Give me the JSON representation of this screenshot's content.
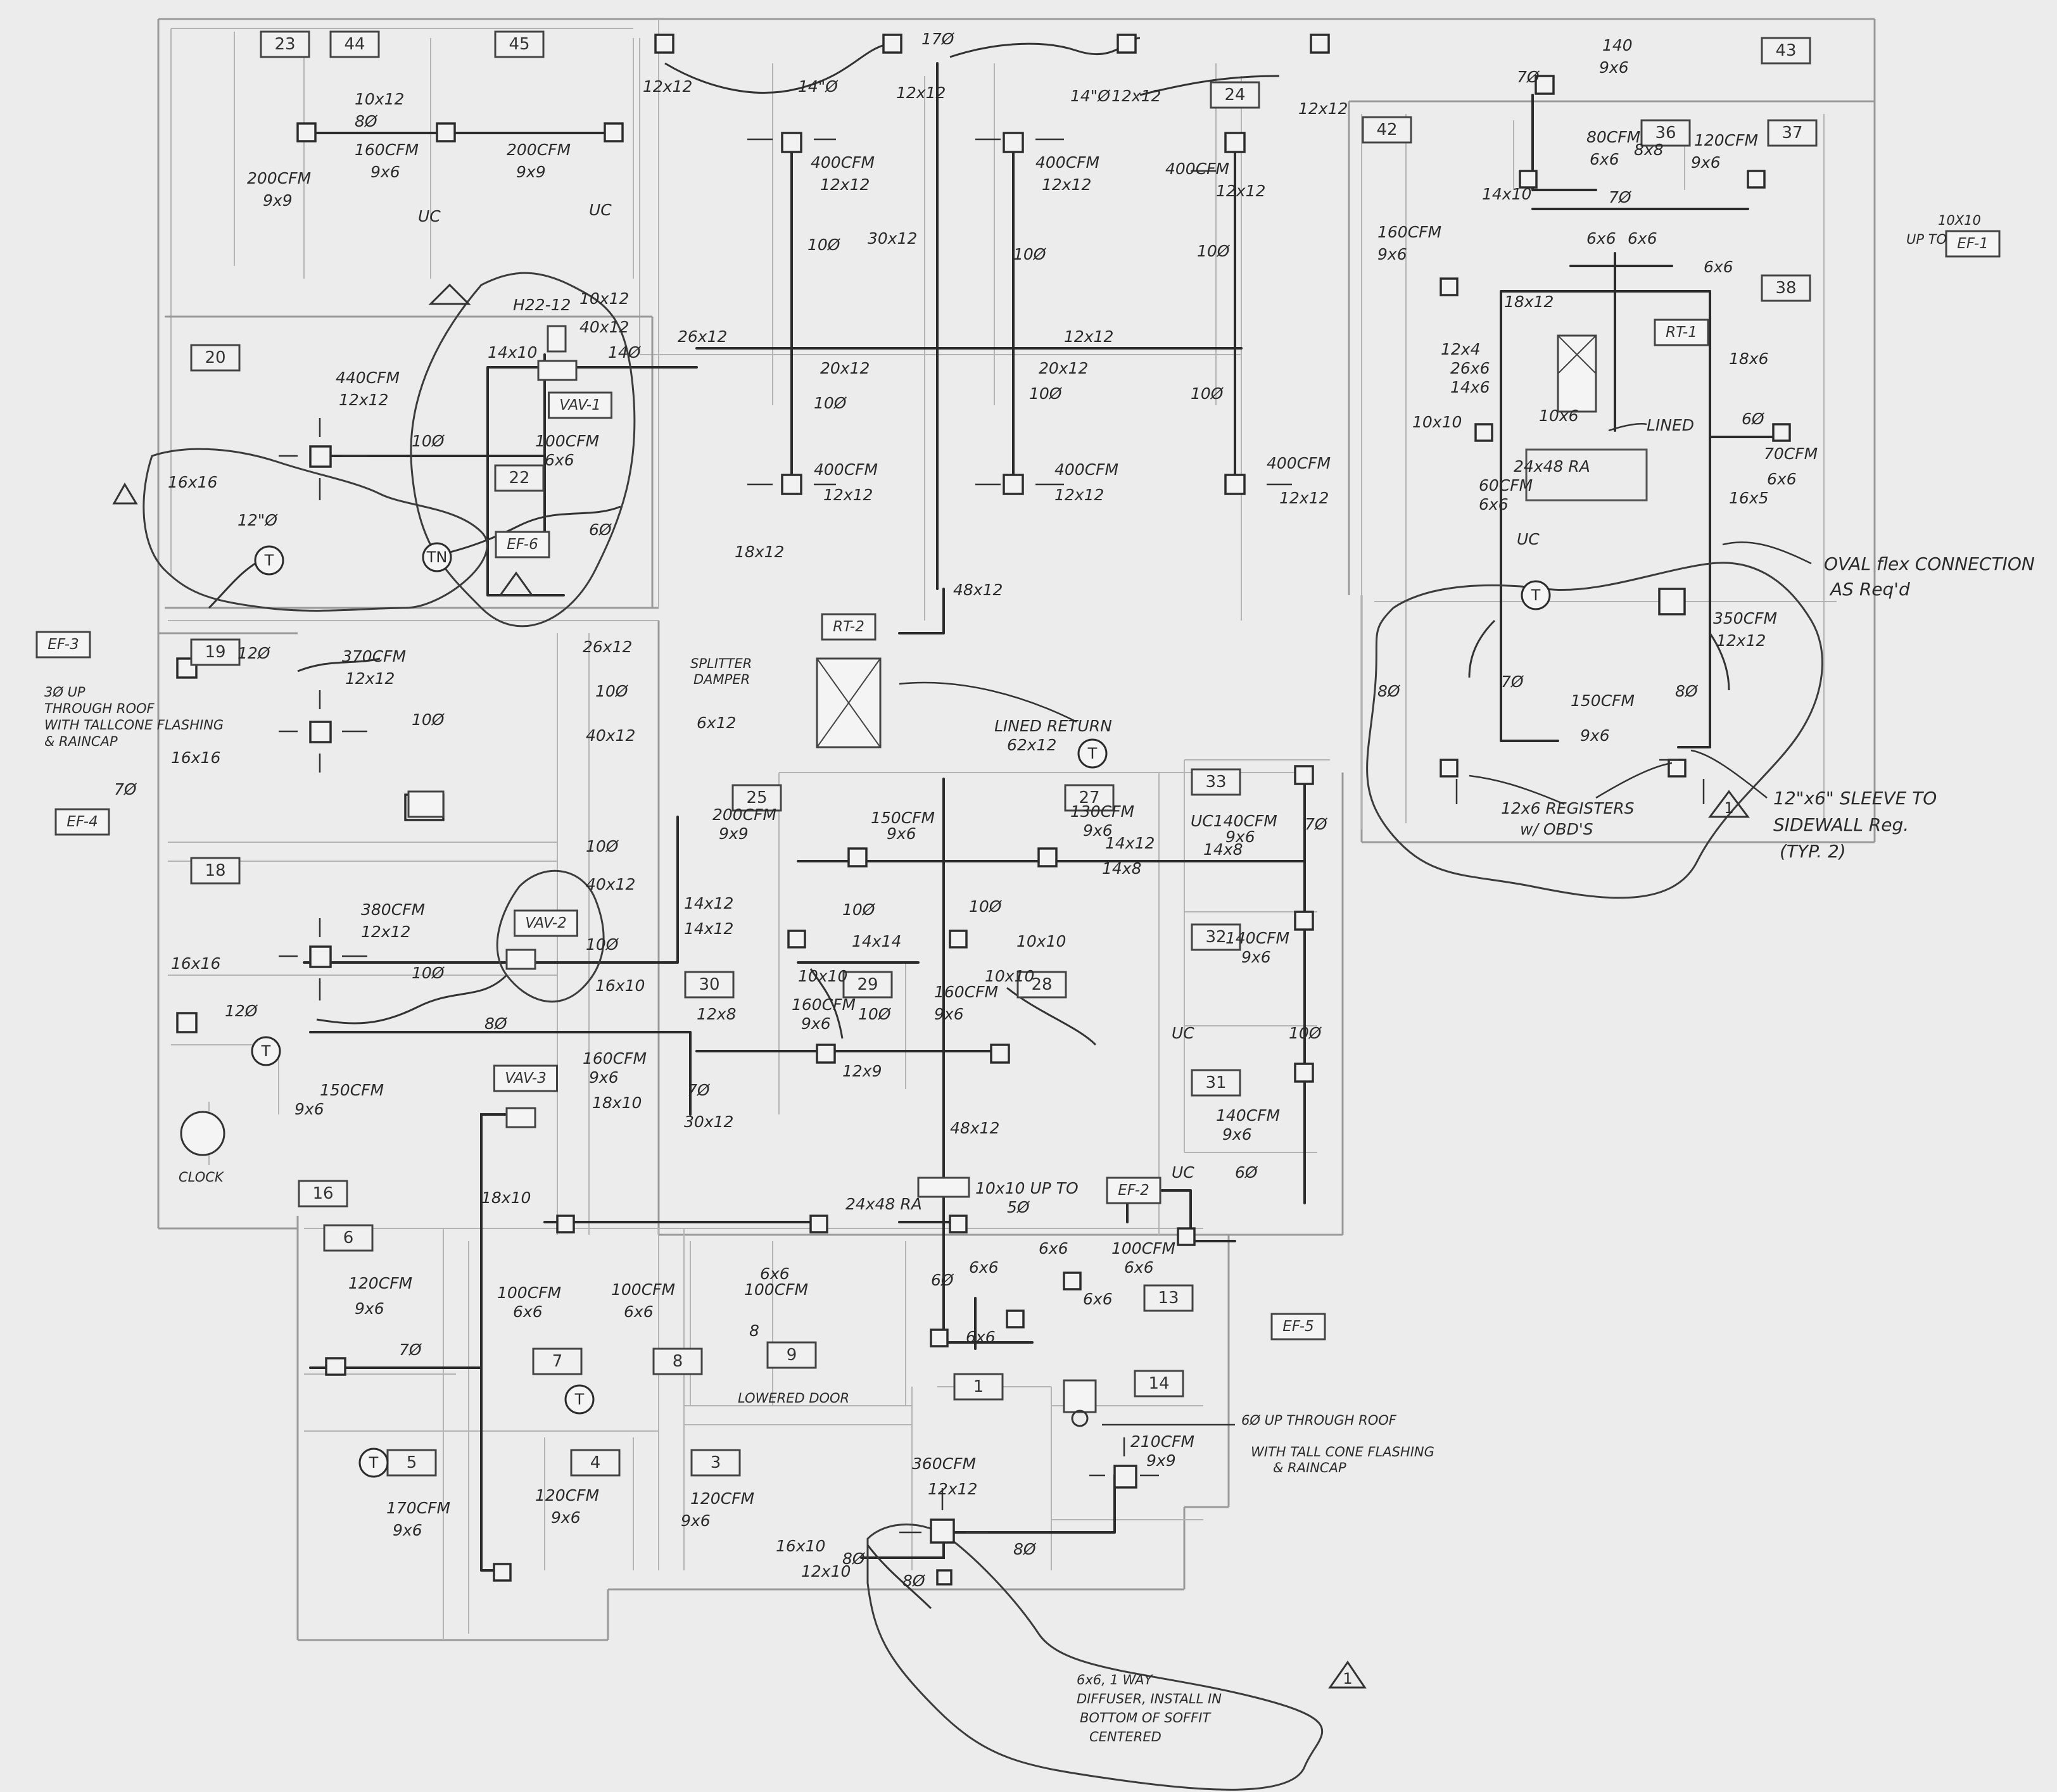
{
  "rooms": [
    "23",
    "44",
    "45",
    "24",
    "43",
    "42",
    "36",
    "37",
    "38",
    "20",
    "22",
    "19",
    "18",
    "25",
    "27",
    "33",
    "32",
    "31",
    "30",
    "29",
    "28",
    "16",
    "6",
    "7",
    "8",
    "9",
    "13",
    "14",
    "1",
    "5",
    "4",
    "3"
  ],
  "equipment": [
    "RT-2",
    "RT-1",
    "VAV-1",
    "VAV-2",
    "VAV-3",
    "EF-6",
    "EF-5",
    "EF-4",
    "EF-3",
    "EF-2",
    "EF-1"
  ],
  "thermostats": [
    "T",
    "T",
    "T",
    "T",
    "T",
    "T",
    "TN"
  ],
  "callouts": {
    "ef3_note": [
      "3Ø UP",
      "THROUGH ROOF",
      "WITH TALLCONE FLASHING",
      "& RAINCAP"
    ],
    "ef5_note": [
      "6Ø UP THROUGH ROOF",
      "WITH TALL CONE FLASHING",
      "& RAINCAP"
    ],
    "oval_flex": [
      "OVAL flex CONNECTION",
      "AS Req'd"
    ],
    "sleeve": [
      "12\"x6\" SLEEVE TO",
      "SIDEWALL Reg.",
      "(TYP. 2)"
    ],
    "registers": [
      "12x6 REGISTERS",
      "w/ OBD'S"
    ],
    "diffuser": [
      "6x6, 1 WAY",
      "DIFFUSER, INSTALL IN",
      "BOTTOM OF SOFFIT",
      "CENTERED"
    ],
    "ef1_note": [
      "10X10",
      "UP TO"
    ],
    "ef2_note": "10x10 UP TO",
    "lined_return": [
      "LINED RETURN",
      "62x12"
    ],
    "lined": "LINED",
    "splitter": [
      "SPLITTER",
      "DAMPER"
    ],
    "lowered_door": "LOWERED DOOR",
    "clock": "CLOCK",
    "rev_mark": "1"
  },
  "annotations": [
    {
      "id": "a01",
      "t": "200CFM"
    },
    {
      "id": "a02",
      "t": "9x9"
    },
    {
      "id": "a03",
      "t": "10x12"
    },
    {
      "id": "a04",
      "t": "8Ø"
    },
    {
      "id": "a05",
      "t": "160CFM"
    },
    {
      "id": "a06",
      "t": "9x6"
    },
    {
      "id": "a07",
      "t": "200CFM"
    },
    {
      "id": "a08",
      "t": "9x9"
    },
    {
      "id": "a09",
      "t": "UC"
    },
    {
      "id": "a10",
      "t": "UC"
    },
    {
      "id": "a11",
      "t": "12x12"
    },
    {
      "id": "a12",
      "t": "14\"Ø"
    },
    {
      "id": "a13",
      "t": "17Ø"
    },
    {
      "id": "a14",
      "t": "12x12"
    },
    {
      "id": "a15",
      "t": "14\"Ø"
    },
    {
      "id": "a16",
      "t": "12x12"
    },
    {
      "id": "a17",
      "t": "12x12"
    },
    {
      "id": "a18",
      "t": "400CFM"
    },
    {
      "id": "a19",
      "t": "12x12"
    },
    {
      "id": "a20",
      "t": "400CFM"
    },
    {
      "id": "a21",
      "t": "12x12"
    },
    {
      "id": "a22",
      "t": "400CFM"
    },
    {
      "id": "a23",
      "t": "12x12"
    },
    {
      "id": "a24",
      "t": "10Ø"
    },
    {
      "id": "a25",
      "t": "30x12"
    },
    {
      "id": "a26",
      "t": "10Ø"
    },
    {
      "id": "a27",
      "t": "10Ø"
    },
    {
      "id": "a28",
      "t": "26x12"
    },
    {
      "id": "a29",
      "t": "20x12"
    },
    {
      "id": "a30",
      "t": "12x12"
    },
    {
      "id": "a31",
      "t": "20x12"
    },
    {
      "id": "a32",
      "t": "10Ø"
    },
    {
      "id": "a33",
      "t": "10Ø"
    },
    {
      "id": "a34",
      "t": "10Ø"
    },
    {
      "id": "a35",
      "t": "400CFM"
    },
    {
      "id": "a36",
      "t": "12x12"
    },
    {
      "id": "a37",
      "t": "400CFM"
    },
    {
      "id": "a38",
      "t": "12x12"
    },
    {
      "id": "a39",
      "t": "400CFM"
    },
    {
      "id": "a40",
      "t": "12x12"
    },
    {
      "id": "a41",
      "t": "18x12"
    },
    {
      "id": "a42",
      "t": "48x12"
    },
    {
      "id": "a43",
      "t": "440CFM"
    },
    {
      "id": "a44",
      "t": "12x12"
    },
    {
      "id": "a45",
      "t": "H22-12"
    },
    {
      "id": "a46",
      "t": "40x12"
    },
    {
      "id": "a47",
      "t": "14x10"
    },
    {
      "id": "a48",
      "t": "14Ø"
    },
    {
      "id": "a49",
      "t": "10x12"
    },
    {
      "id": "a50",
      "t": "10Ø"
    },
    {
      "id": "a51",
      "t": "100CFM"
    },
    {
      "id": "a52",
      "t": "6x6"
    },
    {
      "id": "a53",
      "t": "6Ø"
    },
    {
      "id": "a54",
      "t": "16x16"
    },
    {
      "id": "a55",
      "t": "12\"Ø"
    },
    {
      "id": "a56",
      "t": "140"
    },
    {
      "id": "a57",
      "t": "9x6"
    },
    {
      "id": "a58",
      "t": "7Ø"
    },
    {
      "id": "a59",
      "t": "80CFM"
    },
    {
      "id": "a60",
      "t": "6x6"
    },
    {
      "id": "a61",
      "t": "8x8"
    },
    {
      "id": "a62",
      "t": "120CFM"
    },
    {
      "id": "a63",
      "t": "9x6"
    },
    {
      "id": "a64",
      "t": "14x10"
    },
    {
      "id": "a65",
      "t": "7Ø"
    },
    {
      "id": "a66",
      "t": "160CFM"
    },
    {
      "id": "a67",
      "t": "9x6"
    },
    {
      "id": "a68",
      "t": "6x6"
    },
    {
      "id": "a69",
      "t": "6x6"
    },
    {
      "id": "a70",
      "t": "6x6"
    },
    {
      "id": "a71",
      "t": "18x12"
    },
    {
      "id": "a72",
      "t": "12x4"
    },
    {
      "id": "a73",
      "t": "26x6"
    },
    {
      "id": "a74",
      "t": "14x6"
    },
    {
      "id": "a75",
      "t": "18x6"
    },
    {
      "id": "a76",
      "t": "10x10"
    },
    {
      "id": "a77",
      "t": "10x6"
    },
    {
      "id": "a78",
      "t": "6Ø"
    },
    {
      "id": "a79",
      "t": "70CFM"
    },
    {
      "id": "a80",
      "t": "6x6"
    },
    {
      "id": "a81",
      "t": "60CFM"
    },
    {
      "id": "a82",
      "t": "6x6"
    },
    {
      "id": "a83",
      "t": "24x48 RA"
    },
    {
      "id": "a84",
      "t": "16x5"
    },
    {
      "id": "a85",
      "t": "UC"
    },
    {
      "id": "a86",
      "t": "350CFM"
    },
    {
      "id": "a87",
      "t": "12x12"
    },
    {
      "id": "a88",
      "t": "8Ø"
    },
    {
      "id": "a89",
      "t": "8Ø"
    },
    {
      "id": "a90",
      "t": "7Ø"
    },
    {
      "id": "a91",
      "t": "150CFM"
    },
    {
      "id": "a92",
      "t": "9x6"
    },
    {
      "id": "a93",
      "t": "12Ø"
    },
    {
      "id": "a94",
      "t": "370CFM"
    },
    {
      "id": "a95",
      "t": "12x12"
    },
    {
      "id": "a96",
      "t": "10Ø"
    },
    {
      "id": "a97",
      "t": "16x16"
    },
    {
      "id": "a98",
      "t": "7Ø"
    },
    {
      "id": "a99",
      "t": "26x12"
    },
    {
      "id": "b01",
      "t": "10Ø"
    },
    {
      "id": "b02",
      "t": "40x12"
    },
    {
      "id": "b03",
      "t": "6x12"
    },
    {
      "id": "b04",
      "t": "200CFM"
    },
    {
      "id": "b05",
      "t": "9x9"
    },
    {
      "id": "b06",
      "t": "150CFM"
    },
    {
      "id": "b07",
      "t": "9x6"
    },
    {
      "id": "b08",
      "t": "130CFM"
    },
    {
      "id": "b09",
      "t": "9x6"
    },
    {
      "id": "b10",
      "t": "14x12"
    },
    {
      "id": "b11",
      "t": "14x8"
    },
    {
      "id": "b12",
      "t": "UC140CFM"
    },
    {
      "id": "b13",
      "t": "9x6"
    },
    {
      "id": "b14",
      "t": "14x8"
    },
    {
      "id": "b15",
      "t": "7Ø"
    },
    {
      "id": "b16",
      "t": "10Ø"
    },
    {
      "id": "b17",
      "t": "10Ø"
    },
    {
      "id": "b18",
      "t": "14x14"
    },
    {
      "id": "b19",
      "t": "10x10"
    },
    {
      "id": "b20",
      "t": "14x12"
    },
    {
      "id": "b21",
      "t": "14x12"
    },
    {
      "id": "b22",
      "t": "40x12"
    },
    {
      "id": "b23",
      "t": "10Ø"
    },
    {
      "id": "b24",
      "t": "10Ø"
    },
    {
      "id": "b25",
      "t": "140CFM"
    },
    {
      "id": "b26",
      "t": "9x6"
    },
    {
      "id": "b27",
      "t": "380CFM"
    },
    {
      "id": "b28",
      "t": "12x12"
    },
    {
      "id": "b29",
      "t": "10Ø"
    },
    {
      "id": "b30",
      "t": "16x16"
    },
    {
      "id": "b31",
      "t": "12Ø"
    },
    {
      "id": "b32",
      "t": "8Ø"
    },
    {
      "id": "b33",
      "t": "16x10"
    },
    {
      "id": "b34",
      "t": "10x10"
    },
    {
      "id": "b35",
      "t": "160CFM"
    },
    {
      "id": "b36",
      "t": "9x6"
    },
    {
      "id": "b37",
      "t": "10Ø"
    },
    {
      "id": "b38",
      "t": "10x10"
    },
    {
      "id": "b39",
      "t": "160CFM"
    },
    {
      "id": "b40",
      "t": "9x6"
    },
    {
      "id": "b41",
      "t": "12x8"
    },
    {
      "id": "b42",
      "t": "12x9"
    },
    {
      "id": "b43",
      "t": "UC"
    },
    {
      "id": "b44",
      "t": "10Ø"
    },
    {
      "id": "b45",
      "t": "140CFM"
    },
    {
      "id": "b46",
      "t": "9x6"
    },
    {
      "id": "b47",
      "t": "150CFM"
    },
    {
      "id": "b48",
      "t": "9x6"
    },
    {
      "id": "b49",
      "t": "160CFM"
    },
    {
      "id": "b50",
      "t": "9x6"
    },
    {
      "id": "b51",
      "t": "18x10"
    },
    {
      "id": "b52",
      "t": "7Ø"
    },
    {
      "id": "b53",
      "t": "30x12"
    },
    {
      "id": "b54",
      "t": "48x12"
    },
    {
      "id": "b55",
      "t": "UC"
    },
    {
      "id": "b56",
      "t": "6Ø"
    },
    {
      "id": "b57",
      "t": "18x10"
    },
    {
      "id": "b58",
      "t": "24x48 RA"
    },
    {
      "id": "b59",
      "t": "5Ø"
    },
    {
      "id": "b60",
      "t": "100CFM"
    },
    {
      "id": "b61",
      "t": "6x6"
    },
    {
      "id": "b62",
      "t": "6x6"
    },
    {
      "id": "b63",
      "t": "6Ø"
    },
    {
      "id": "b64",
      "t": "6x6"
    },
    {
      "id": "b65",
      "t": "6x6"
    },
    {
      "id": "b66",
      "t": "6x6"
    },
    {
      "id": "b67",
      "t": "100CFM"
    },
    {
      "id": "b68",
      "t": "6x6"
    },
    {
      "id": "b69",
      "t": "100CFM"
    },
    {
      "id": "b70",
      "t": "6x6"
    },
    {
      "id": "b71",
      "t": "6x6"
    },
    {
      "id": "b72",
      "t": "100CFM"
    },
    {
      "id": "b73",
      "t": "8"
    },
    {
      "id": "b74",
      "t": "7Ø"
    },
    {
      "id": "b75",
      "t": "120CFM"
    },
    {
      "id": "b76",
      "t": "9x6"
    },
    {
      "id": "b77",
      "t": "170CFM"
    },
    {
      "id": "b78",
      "t": "9x6"
    },
    {
      "id": "b79",
      "t": "120CFM"
    },
    {
      "id": "b80",
      "t": "9x6"
    },
    {
      "id": "b81",
      "t": "120CFM"
    },
    {
      "id": "b82",
      "t": "9x6"
    },
    {
      "id": "b83",
      "t": "360CFM"
    },
    {
      "id": "b84",
      "t": "12x12"
    },
    {
      "id": "b85",
      "t": "8Ø"
    },
    {
      "id": "b86",
      "t": "210CFM"
    },
    {
      "id": "b87",
      "t": "9x9"
    },
    {
      "id": "b88",
      "t": "16x10"
    },
    {
      "id": "b89",
      "t": "12x10"
    },
    {
      "id": "b90",
      "t": "8Ø"
    },
    {
      "id": "b91",
      "t": "8Ø"
    }
  ],
  "colors": {
    "paper": "#ececec",
    "ink": "#2a2a2a",
    "wall": "#9a9a9a"
  }
}
